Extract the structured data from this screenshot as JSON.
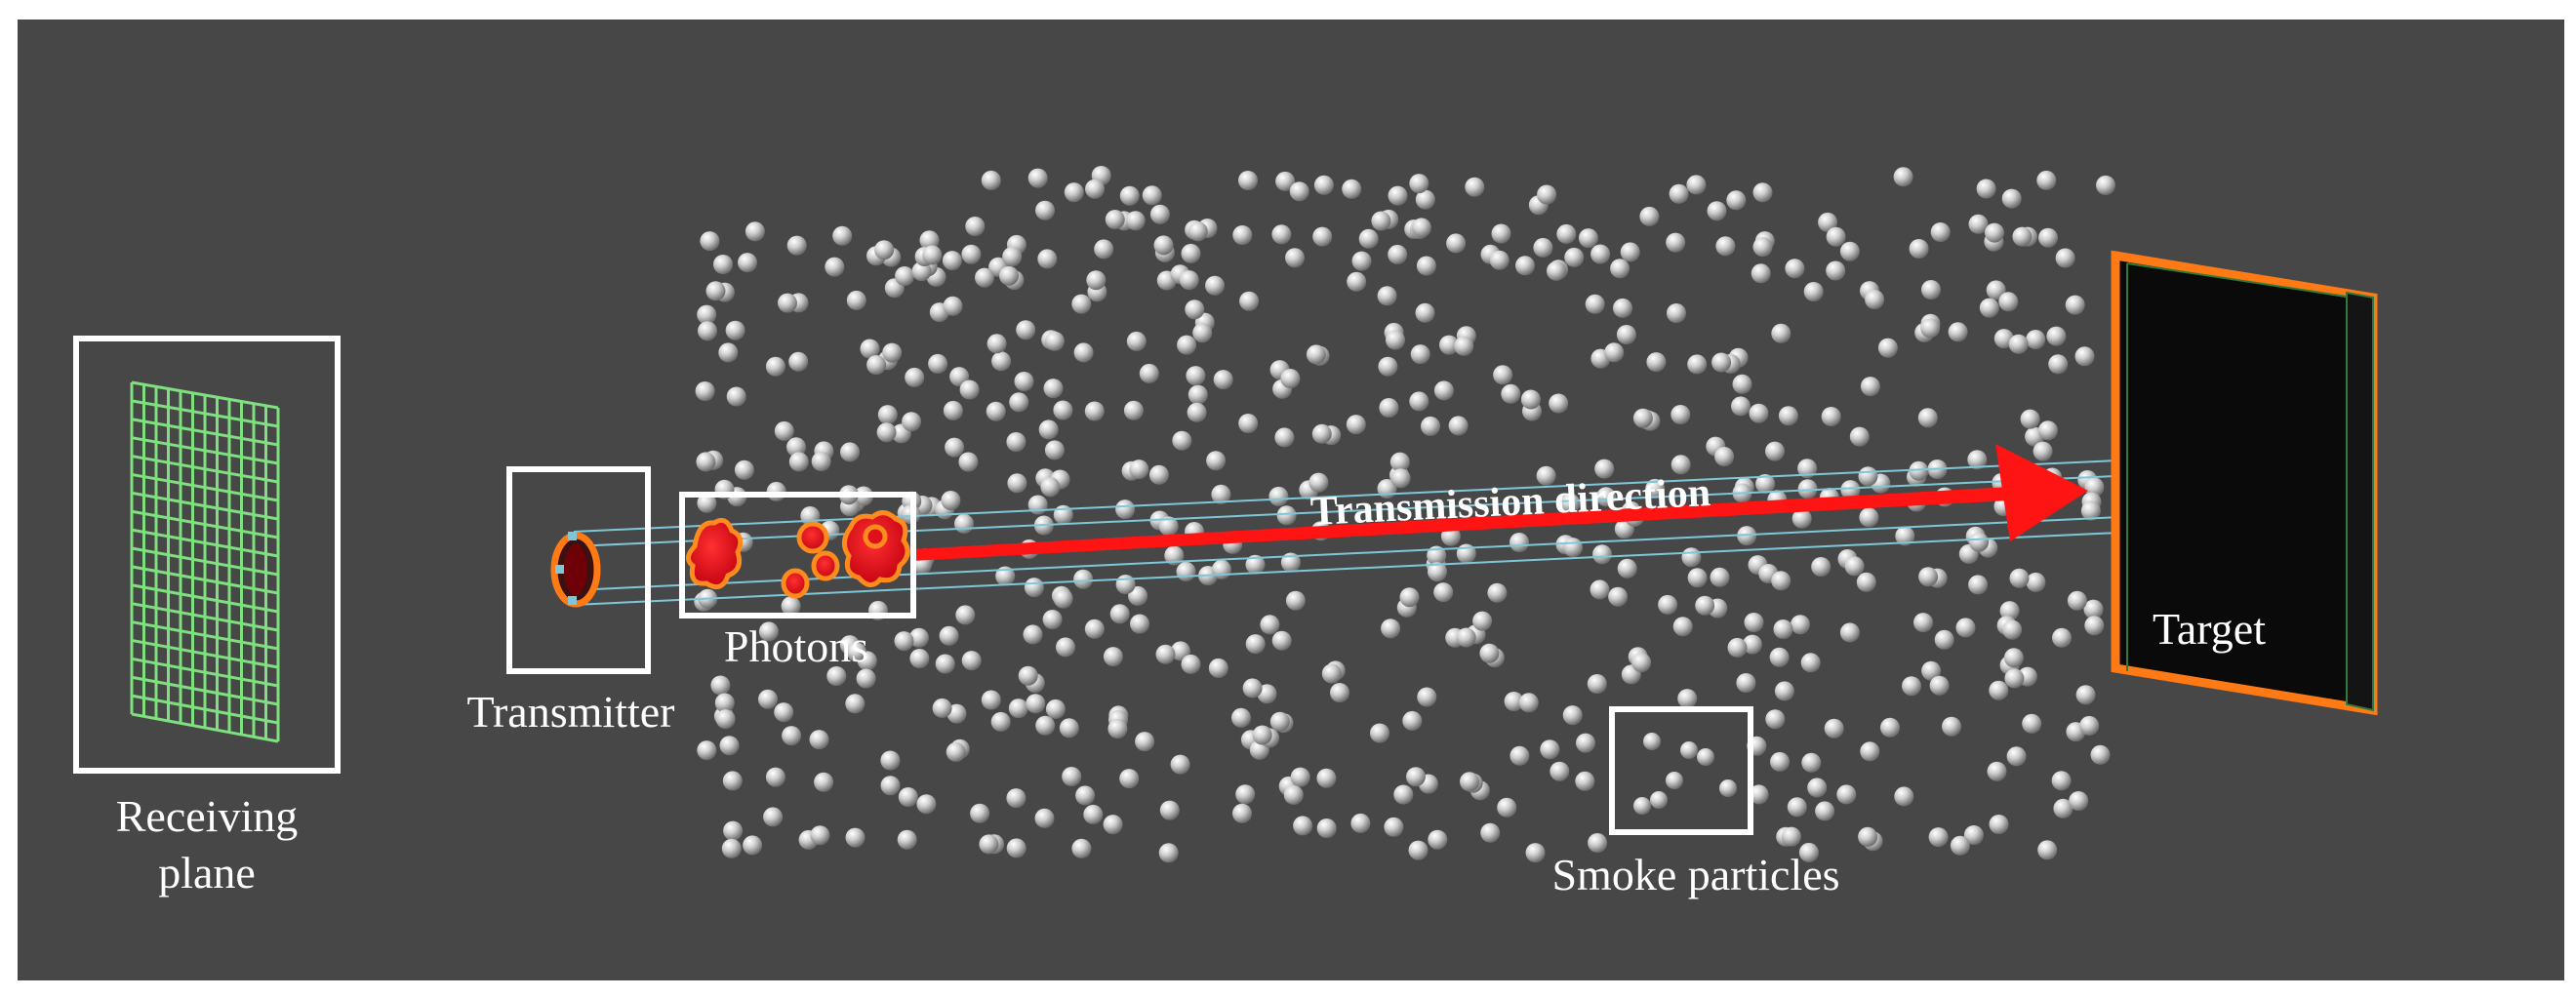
{
  "labels": {
    "receiving_plane_line1": "Receiving",
    "receiving_plane_line2": "plane",
    "transmitter": "Transmitter",
    "photons": "Photons",
    "transmission_direction": "Transmission direction",
    "target": "Target",
    "smoke_particles": "Smoke particles"
  },
  "colors": {
    "background": "#474747",
    "frame": "#ffffff",
    "grid": "#7ee07e",
    "arrow": "#ff1414",
    "beam": "#7fc6d6",
    "target_face": "#0a0a0a",
    "target_edge": "#ff7a14",
    "photon_fill": "#e0101a",
    "photon_edge": "#ff8a1e",
    "particle": "#cfcfcf"
  },
  "particles": {
    "count": 620,
    "seed": 7
  }
}
